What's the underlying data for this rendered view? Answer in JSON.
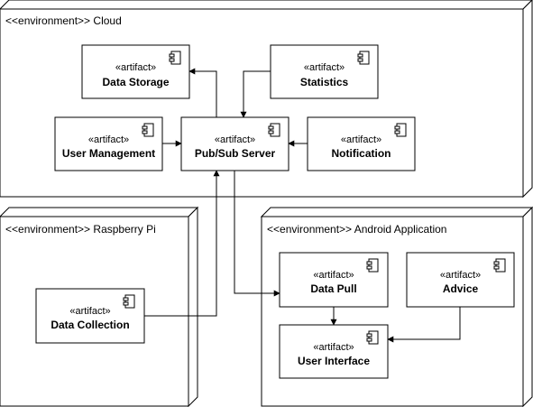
{
  "environments": {
    "cloud": {
      "title": "<<environment>> Cloud"
    },
    "raspberry": {
      "title": "<<environment>> Raspberry Pi"
    },
    "android": {
      "title": "<<environment>> Android Application"
    }
  },
  "artifacts": {
    "data_storage": {
      "stereotype": "«artifact»",
      "name": "Data Storage"
    },
    "statistics": {
      "stereotype": "«artifact»",
      "name": "Statistics"
    },
    "user_management": {
      "stereotype": "«artifact»",
      "name": "User Management"
    },
    "pubsub_server": {
      "stereotype": "«artifact»",
      "name": "Pub/Sub Server"
    },
    "notification": {
      "stereotype": "«artifact»",
      "name": "Notification"
    },
    "data_collection": {
      "stereotype": "«artifact»",
      "name": "Data Collection"
    },
    "data_pull": {
      "stereotype": "«artifact»",
      "name": "Data Pull"
    },
    "advice": {
      "stereotype": "«artifact»",
      "name": "Advice"
    },
    "user_interface": {
      "stereotype": "«artifact»",
      "name": "User Interface"
    }
  },
  "connections": [
    {
      "from": "Pub/Sub Server",
      "to": "Data Storage"
    },
    {
      "from": "Statistics",
      "to": "Pub/Sub Server"
    },
    {
      "from": "User Management",
      "to": "Pub/Sub Server"
    },
    {
      "from": "Notification",
      "to": "Pub/Sub Server"
    },
    {
      "from": "Data Collection",
      "to": "Pub/Sub Server"
    },
    {
      "from": "Pub/Sub Server",
      "to": "Data Pull"
    },
    {
      "from": "Data Pull",
      "to": "User Interface"
    },
    {
      "from": "Advice",
      "to": "User Interface"
    }
  ]
}
